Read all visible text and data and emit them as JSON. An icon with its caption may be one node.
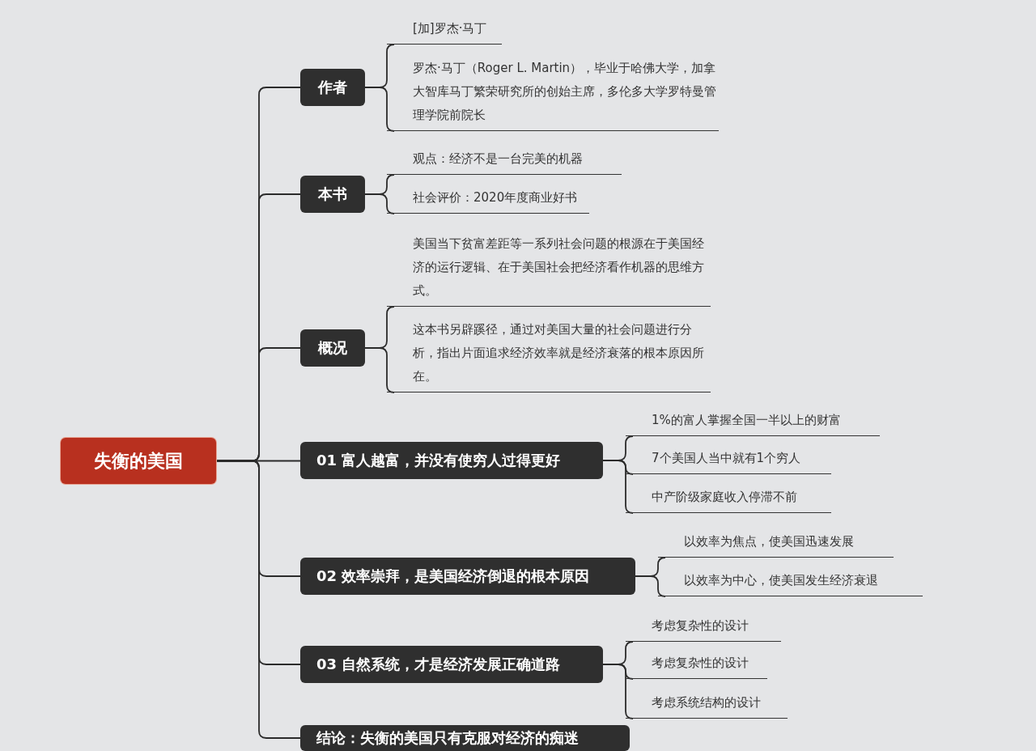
{
  "diagram": {
    "nodes": [
      {
        "text": [
          "失衡的美国"
        ]
      },
      {
        "text": [
          "作者"
        ]
      },
      {
        "text": [
          "[加]罗杰·马丁"
        ]
      },
      {
        "text": [
          "罗杰·马丁（Roger L. Martin），毕业于哈佛大学，加拿大智库马丁繁荣研究所的创始主席，多伦多大学罗特曼管理学院前院长"
        ]
      },
      {
        "text": [
          "本书"
        ]
      },
      {
        "text": [
          "观点：经济不是一台完美的机器"
        ]
      },
      {
        "text": [
          "社会评价：2020年度商业好书"
        ]
      },
      {
        "text": [
          "概况"
        ]
      },
      {
        "text": [
          "美国当下贫富差距等一系列社会问题的根源在于美国经济的运行逻辑、在于美国社会把经济看作机器的思维方式。"
        ]
      },
      {
        "text": [
          "这本书另辟蹊径，通过对美国大量的社会问题进行分析，指出片面追求经济效率就是经济衰落的根本原因所在。"
        ]
      },
      {
        "text": [
          "01 富人越富，并没有使穷人过得更好"
        ]
      },
      {
        "text": [
          "1%的富人掌握全国一半以上的财富"
        ]
      },
      {
        "text": [
          "7个美国人当中就有1个穷人"
        ]
      },
      {
        "text": [
          "中产阶级家庭收入停滞不前"
        ]
      },
      {
        "text": [
          "02 效率崇拜，是美国经济倒退的根本原因"
        ]
      },
      {
        "text": [
          "以效率为焦点，使美国迅速发展"
        ]
      },
      {
        "text": [
          "以效率为中心，使美国发生经济衰退"
        ]
      },
      {
        "text": [
          "03 自然系统，才是经济发展正确道路"
        ]
      },
      {
        "text": [
          "考虑复杂性的设计"
        ]
      },
      {
        "text": [
          "考虑复杂性的设计"
        ]
      },
      {
        "text": [
          "考虑系统结构的设计"
        ]
      },
      {
        "text": [
          "结论：失衡的美国只有克服对经济的痴迷"
        ]
      }
    ],
    "edges": [
      {
        "from": 0,
        "to": 1,
        "arrow": "none"
      },
      {
        "from": 1,
        "to": 2,
        "arrow": "none"
      },
      {
        "from": 1,
        "to": 3,
        "arrow": "none"
      },
      {
        "from": 0,
        "to": 4,
        "arrow": "none"
      },
      {
        "from": 4,
        "to": 5,
        "arrow": "none"
      },
      {
        "from": 4,
        "to": 6,
        "arrow": "none"
      },
      {
        "from": 0,
        "to": 7,
        "arrow": "none"
      },
      {
        "from": 7,
        "to": 8,
        "arrow": "none"
      },
      {
        "from": 7,
        "to": 9,
        "arrow": "none"
      },
      {
        "from": 0,
        "to": 10,
        "arrow": "none"
      },
      {
        "from": 10,
        "to": 11,
        "arrow": "none"
      },
      {
        "from": 10,
        "to": 12,
        "arrow": "none"
      },
      {
        "from": 10,
        "to": 13,
        "arrow": "none"
      },
      {
        "from": 0,
        "to": 14,
        "arrow": "none"
      },
      {
        "from": 14,
        "to": 15,
        "arrow": "none"
      },
      {
        "from": 14,
        "to": 16,
        "arrow": "none"
      },
      {
        "from": 0,
        "to": 17,
        "arrow": "none"
      },
      {
        "from": 17,
        "to": 18,
        "arrow": "none"
      },
      {
        "from": 17,
        "to": 19,
        "arrow": "none"
      },
      {
        "from": 17,
        "to": 20,
        "arrow": "none"
      },
      {
        "from": 0,
        "to": 21,
        "arrow": "none"
      }
    ]
  }
}
